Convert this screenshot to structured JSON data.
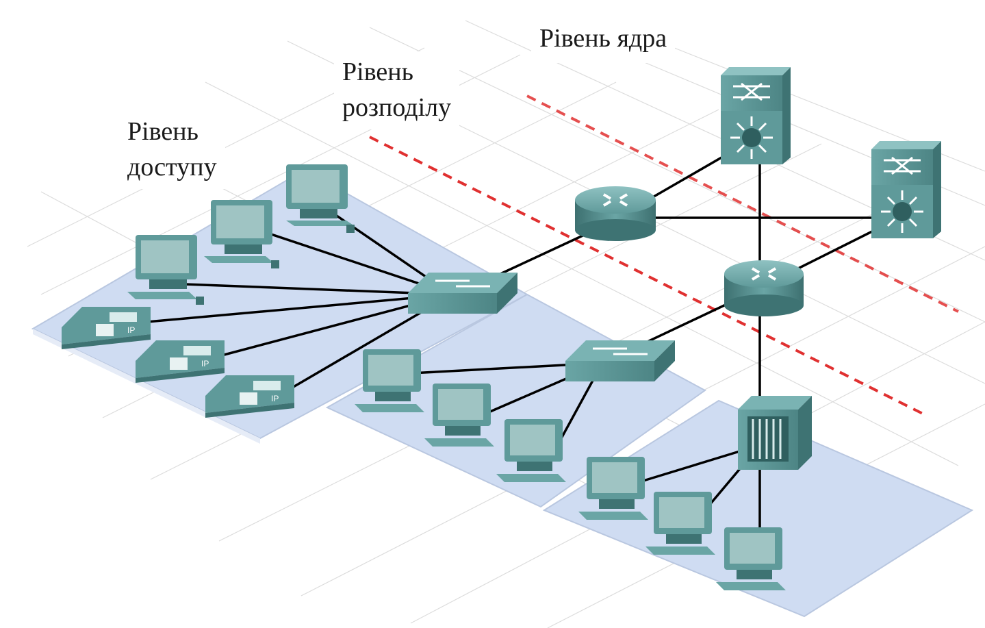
{
  "layers": {
    "access": {
      "line1": "Рівень",
      "line2": "доступу"
    },
    "distribution": {
      "line1": "Рівень",
      "line2": "розподілу"
    },
    "core": {
      "line1": "Рівень ядра"
    }
  },
  "devices": {
    "phone_badge": "IP"
  },
  "colors": {
    "platform_fill": "#cfdcf2",
    "device_teal": "#5f9a9a",
    "device_dark": "#3e7373",
    "screen": "#9fc4c3",
    "link": "#000000",
    "boundary": "#e03030",
    "grid": "#d9d9d9"
  }
}
